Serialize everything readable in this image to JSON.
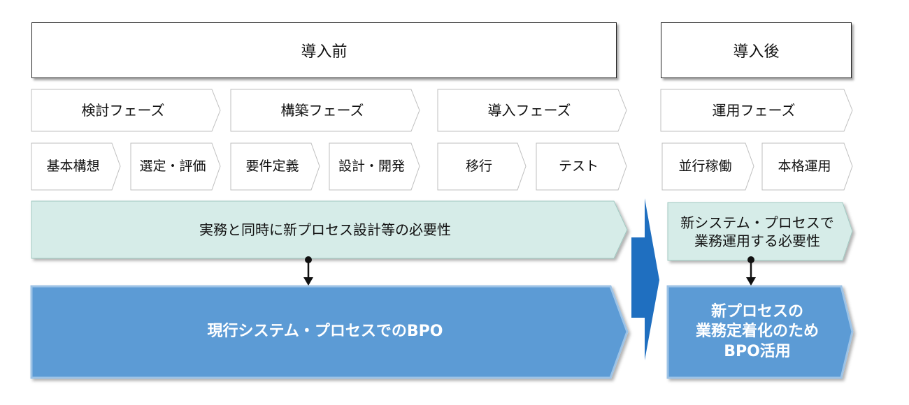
{
  "headers": {
    "pre": "導入前",
    "post": "導入後"
  },
  "phases": [
    "検討フェーズ",
    "構築フェーズ",
    "導入フェーズ",
    "運用フェーズ"
  ],
  "steps": [
    "基本構想",
    "選定・評価",
    "要件定義",
    "設計・開発",
    "移行",
    "テスト",
    "並行稼働",
    "本格運用"
  ],
  "needs": {
    "pre": "実務と同時に新プロセス設計等の必要性",
    "post_line1": "新システム・プロセスで",
    "post_line2": "業務運用する必要性"
  },
  "bpo": {
    "pre": "現行システム・プロセスでのBPO",
    "post_line1": "新プロセスの",
    "post_line2": "業務定着化のため",
    "post_line3": "BPO活用"
  },
  "colors": {
    "need_fill": "#d6ece8",
    "bpo_fill": "#5b9bd5",
    "transition_arrow": "#1f6fc0",
    "outline": "#bfbfbf"
  }
}
